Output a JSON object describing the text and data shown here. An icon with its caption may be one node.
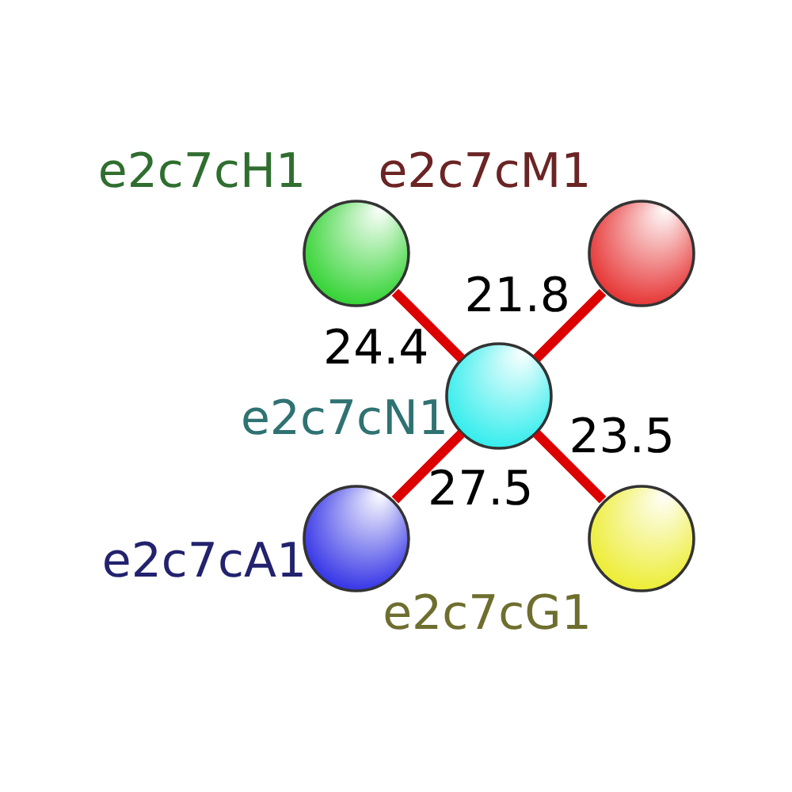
{
  "diagram": {
    "nodes": [
      {
        "text": [],
        "shape": "circle",
        "beside": [
          "e2c7cM1"
        ]
      },
      {
        "text": [],
        "shape": "circle",
        "beside": [
          "e2c7cH1"
        ]
      },
      {
        "text": [],
        "shape": "circle",
        "beside": [
          "e2c7cN1"
        ]
      },
      {
        "text": [],
        "shape": "circle",
        "beside": [
          "e2c7cA1"
        ]
      },
      {
        "text": [],
        "shape": "circle",
        "beside": [
          "e2c7cG1"
        ]
      }
    ],
    "edges": [
      {
        "from": 2,
        "to": 0,
        "arrow": "none",
        "label": "21.8"
      },
      {
        "from": 2,
        "to": 1,
        "arrow": "none",
        "label": "24.4"
      },
      {
        "from": 2,
        "to": 3,
        "arrow": "none",
        "label": "27.5"
      },
      {
        "from": 2,
        "to": 4,
        "arrow": "none",
        "label": "23.5"
      }
    ]
  }
}
